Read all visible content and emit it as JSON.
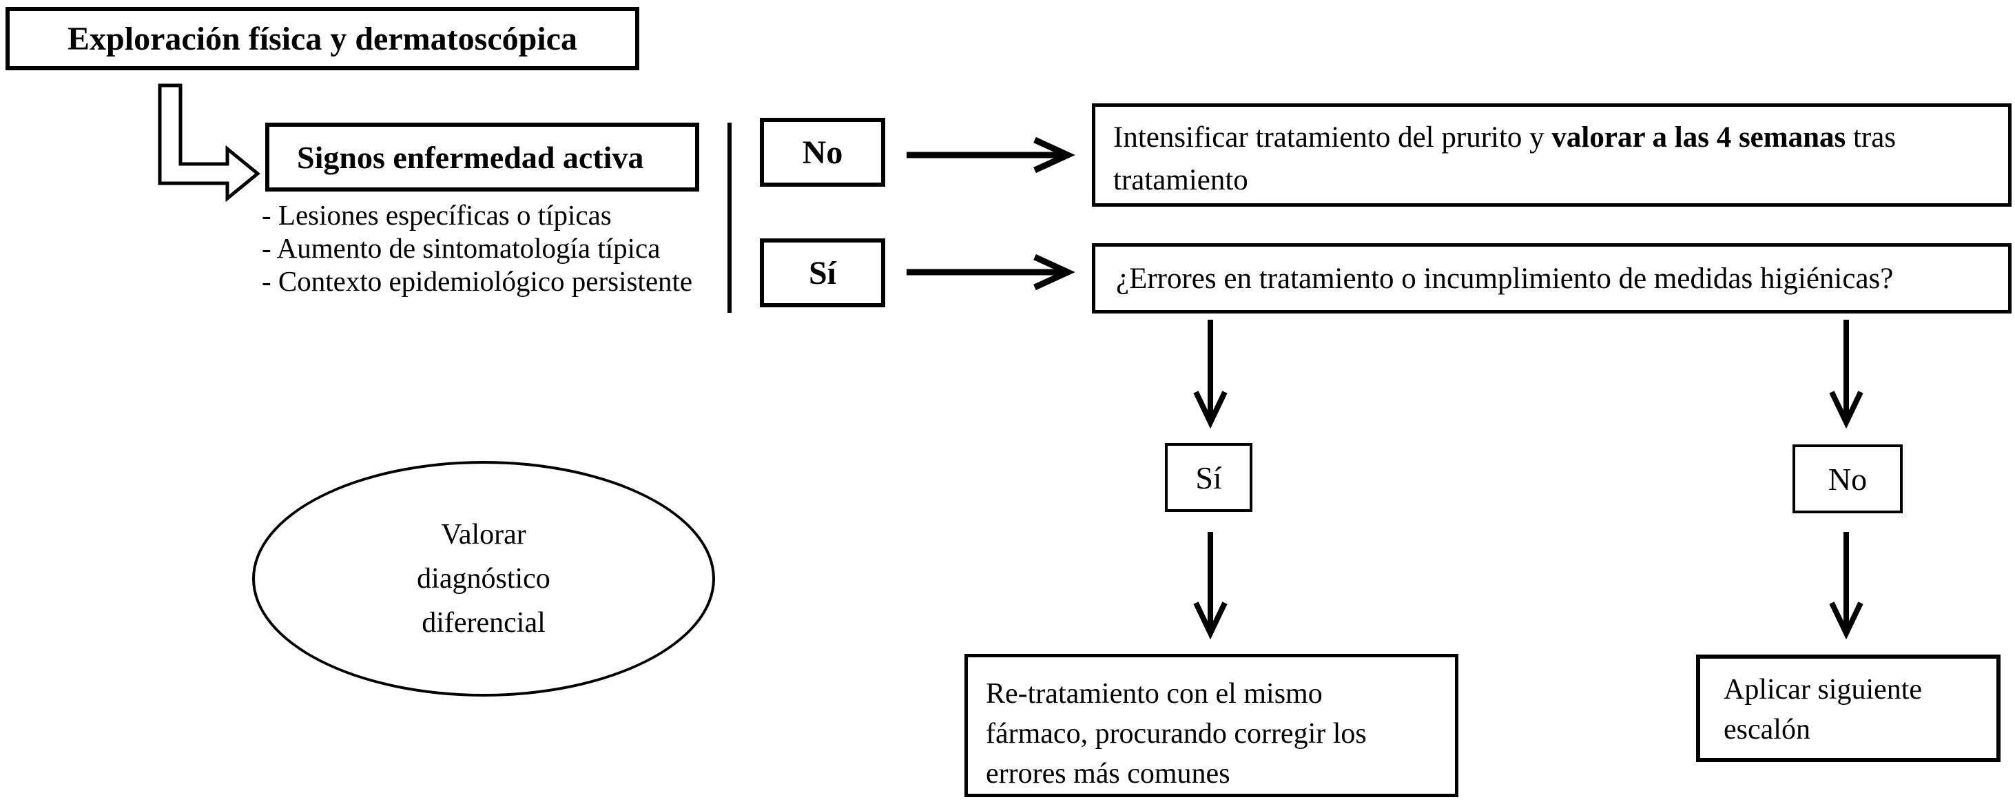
{
  "page": {
    "background": "#ffffff",
    "ink": "#000000"
  },
  "flowchart": {
    "exploration_box": {
      "label": "Exploración física y dermatoscópica"
    },
    "signs_box": {
      "label": "Signos enfermedad activa"
    },
    "signs_criteria": [
      "- Lesiones específicas o típicas",
      "- Aumento de sintomatología típica",
      "- Contexto epidemiológico persistente"
    ],
    "branch_no": {
      "label": "No"
    },
    "branch_si": {
      "label": "Sí"
    },
    "no_outcome": {
      "line1_pre": "Intensificar tratamiento del prurito y ",
      "line1_bold": "valorar a las 4 semanas",
      "line1_post": " tras",
      "line2": "tratamiento"
    },
    "si_outcome": {
      "question": "¿Errores en tratamiento o incumplimiento de medidas higiénicas?"
    },
    "errors_si": {
      "label": "Sí"
    },
    "errors_no": {
      "label": "No"
    },
    "retreatment_box": {
      "lines": [
        "Re-tratamiento con el mismo",
        "fármaco, procurando corregir los",
        "errores más comunes"
      ]
    },
    "next_step_box": {
      "lines": [
        "Aplicar siguiente",
        "escalón"
      ]
    },
    "differential_ellipse": {
      "lines": [
        "Valorar",
        "diagnóstico",
        "diferencial"
      ]
    }
  }
}
